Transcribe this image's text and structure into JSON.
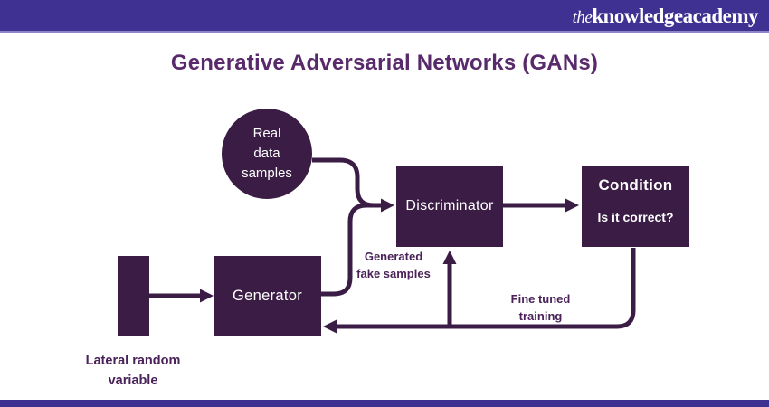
{
  "header": {
    "logo": {
      "the": "the",
      "knowledge": "knowledge",
      "academy": "academy"
    }
  },
  "title": "Generative Adversarial Networks (GANs)",
  "diagram": {
    "nodes": {
      "real_data": {
        "label": "Real\ndata\nsamples"
      },
      "discriminator": {
        "label": "Discriminator"
      },
      "condition": {
        "title": "Condition",
        "subtitle": "Is it correct?"
      },
      "generator": {
        "label": "Generator"
      }
    },
    "labels": {
      "generated_fake_samples": "Generated\nfake samples",
      "fine_tuned_training": "Fine tuned\ntraining",
      "lateral_random_variable": "Lateral random\nvariable"
    }
  },
  "colors": {
    "header_bg": "#3e3192",
    "header_sep": "#8c85c8",
    "node_fill": "#3a1c44",
    "arrow": "#3a1c44",
    "title_color": "#592a6b",
    "label_color": "#4a2158",
    "node_text": "#ffffff"
  }
}
